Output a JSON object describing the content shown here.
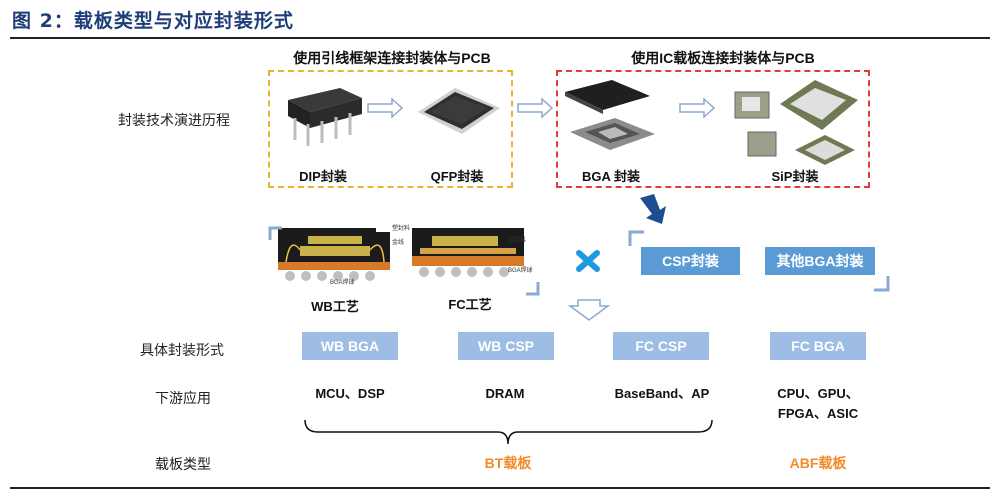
{
  "title": "图 2：载板类型与对应封装形式",
  "top_left_header": "使用引线框架连接封装体与PCB",
  "top_right_header": "使用IC载板连接封装体与PCB",
  "row_labels": {
    "evolution": "封装技术演进历程",
    "forms": "具体封装形式",
    "downstream": "下游应用",
    "substrate": "载板类型"
  },
  "packages": {
    "dip": "DIP封装",
    "qfp": "QFP封装",
    "bga": "BGA 封装",
    "sip": "SiP封装"
  },
  "processes": {
    "wb": "WB工艺",
    "fc": "FC工艺"
  },
  "categories": {
    "csp": "CSP封装",
    "other_bga": "其他BGA封装"
  },
  "forms": [
    "WB BGA",
    "WB CSP",
    "FC CSP",
    "FC BGA"
  ],
  "applications": {
    "wb_bga": "MCU、DSP",
    "wb_csp": "DRAM",
    "fc_csp": "BaseBand、AP",
    "fc_bga_line1": "CPU、GPU、",
    "fc_bga_line2": "FPGA、ASIC"
  },
  "substrates": {
    "bt": "BT载板",
    "abf": "ABF载板"
  },
  "colors": {
    "title": "#1f3d7a",
    "yellow_frame": "#e8b431",
    "red_frame": "#e63a3a",
    "blue_box": "#5b9bd5",
    "pale_box": "#9dbde5",
    "substrate_text": "#f28c28",
    "x_mark": "#1e9be0"
  }
}
